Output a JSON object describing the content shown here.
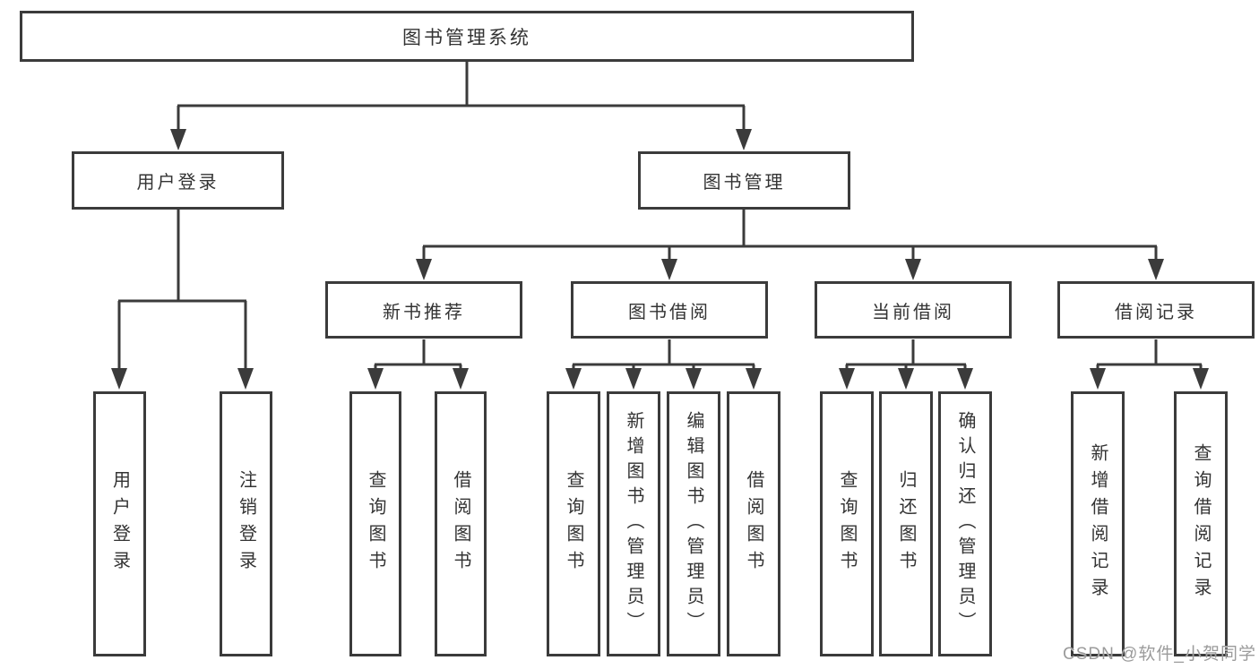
{
  "tree": {
    "root": "图书管理系统",
    "level1": [
      "用户登录",
      "图书管理"
    ],
    "level2": [
      "新书推荐",
      "图书借阅",
      "当前借阅",
      "借阅记录"
    ],
    "leaves": {
      "login": [
        "用户登录",
        "注销登录"
      ],
      "new_book": [
        "查询图书",
        "借阅图书"
      ],
      "book_borrow": [
        "查询图书",
        "新增图书（管理员）",
        "编辑图书（管理员）",
        "借阅图书"
      ],
      "current_borrow": [
        "查询图书",
        "归还图书",
        "确认归还（管理员）"
      ],
      "borrow_record": [
        "新增借阅记录",
        "查询借阅记录"
      ]
    }
  },
  "watermark": "CSDN @软件_小贺同学",
  "colors": {
    "line": "#3b3b3b",
    "text": "#333333",
    "watermark": "#9b9b9b",
    "background": "#ffffff"
  }
}
